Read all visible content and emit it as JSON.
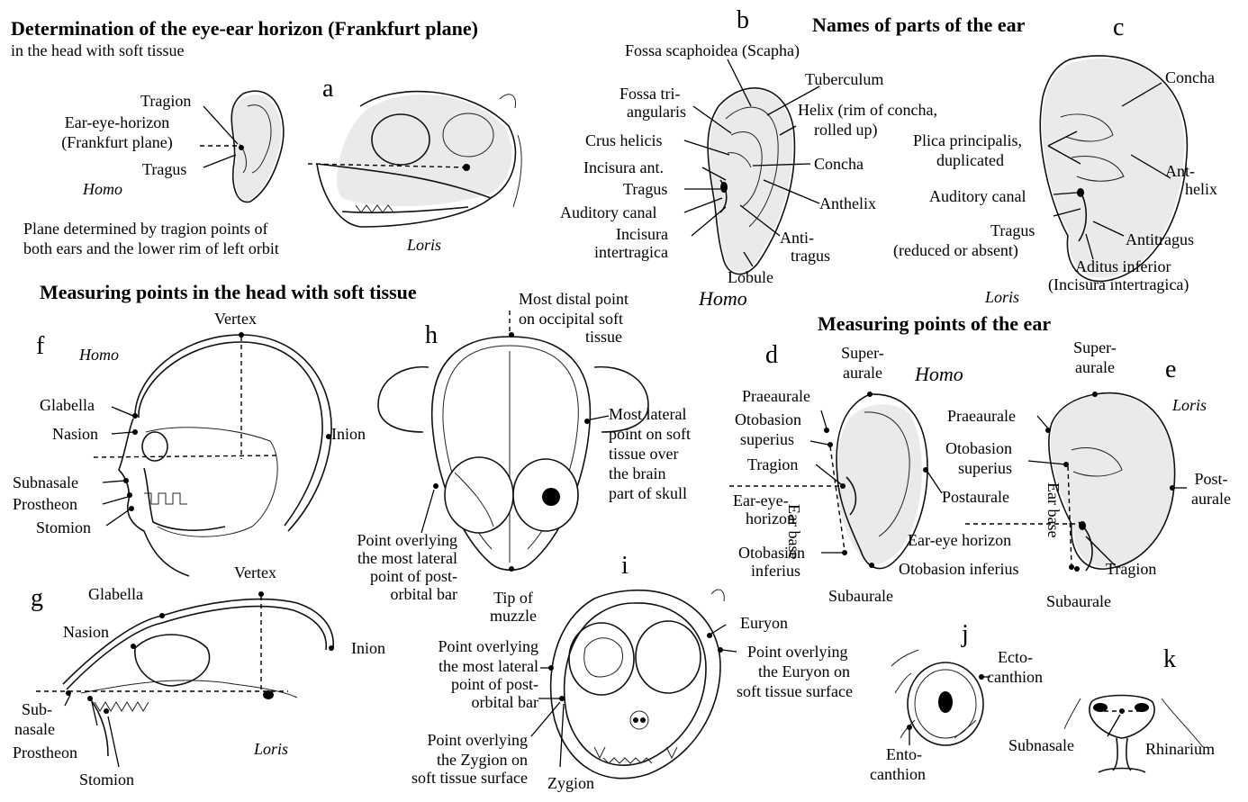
{
  "sections": {
    "frankfurt_title": "Determination of the eye-ear horizon (Frankfurt plane)",
    "frankfurt_subtitle": "in the head with soft tissue",
    "ear_parts_title": "Names of parts of the ear",
    "head_points_title": "Measuring points in the head with soft tissue",
    "ear_points_title": "Measuring points of the ear"
  },
  "panel_letters": {
    "a": "a",
    "b": "b",
    "c": "c",
    "d": "d",
    "e": "e",
    "f": "f",
    "g": "g",
    "h": "h",
    "i": "i",
    "j": "j",
    "k": "k"
  },
  "species": {
    "homo": "Homo",
    "loris": "Loris"
  },
  "panel_a": {
    "tragion": "Tragion",
    "horizon_line1": "Ear-eye-horizon",
    "horizon_line2": "(Frankfurt plane)",
    "tragus": "Tragus",
    "note_line1": "Plane determined by tragion points of",
    "note_line2": "both ears and the lower rim of left orbit"
  },
  "panel_b": {
    "fossa_scaphoidea": "Fossa scaphoidea (Scapha)",
    "tuberculum": "Tuberculum",
    "fossa_tri_1": "Fossa tri-",
    "fossa_tri_2": "angularis",
    "helix_1": "Helix (rim of concha,",
    "helix_2": "rolled up)",
    "crus_helicis": "Crus helicis",
    "concha": "Concha",
    "incisura_ant": "Incisura ant.",
    "tragus": "Tragus",
    "anthelix": "Anthelix",
    "auditory_canal": "Auditory canal",
    "incisura_1": "Incisura",
    "incisura_2": "intertragica",
    "antitragus_1": "Anti-",
    "antitragus_2": "tragus",
    "lobule": "Lobule"
  },
  "panel_c": {
    "concha": "Concha",
    "plica_1": "Plica principalis,",
    "plica_2": "duplicated",
    "anthelix_1": "Ant-",
    "anthelix_2": "helix",
    "auditory_canal": "Auditory canal",
    "tragus_1": "Tragus",
    "tragus_2": "(reduced or absent)",
    "antitragus": "Antitragus",
    "aditus_1": "Aditus inferior",
    "aditus_2": "(Incisura intertragica)"
  },
  "panel_d": {
    "superaurale_1": "Super-",
    "superaurale_2": "aurale",
    "praeaurale": "Praeaurale",
    "otobasion_sup_1": "Otobasion",
    "otobasion_sup_2": "superius",
    "tragion": "Tragion",
    "horizon_1": "Ear-eye-",
    "horizon_2": "horizon",
    "ear_base": "Ear base",
    "postaurale": "Postaurale",
    "otobasion_inf_1": "Otobasion",
    "otobasion_inf_2": "inferius",
    "subaurale": "Subaurale"
  },
  "panel_e": {
    "superaurale_1": "Super-",
    "superaurale_2": "aurale",
    "praeaurale": "Praeaurale",
    "otobasion_sup_1": "Otobasion",
    "otobasion_sup_2": "superius",
    "postaurale_1": "Post-",
    "postaurale_2": "aurale",
    "ear_base": "Ear base",
    "horizon": "Ear-eye horizon",
    "otobasion_inf": "Otobasion inferius",
    "tragion": "Tragion",
    "subaurale": "Subaurale"
  },
  "panel_f": {
    "vertex": "Vertex",
    "glabella": "Glabella",
    "nasion": "Nasion",
    "inion": "Inion",
    "subnasale": "Subnasale",
    "prostheon": "Prostheon",
    "stomion": "Stomion"
  },
  "panel_g": {
    "vertex": "Vertex",
    "glabella": "Glabella",
    "nasion": "Nasion",
    "inion": "Inion",
    "subnasale_1": "Sub-",
    "subnasale_2": "nasale",
    "prostheon": "Prostheon",
    "stomion": "Stomion"
  },
  "panel_h": {
    "distal_1": "Most distal point",
    "distal_2": "on occipital soft",
    "distal_3": "tissue",
    "lateral_1": "Most lateral",
    "lateral_2": "point on soft",
    "lateral_3": "tissue over",
    "lateral_4": "the brain",
    "lateral_5": "part of skull",
    "postorbital_1": "Point overlying",
    "postorbital_2": "the most lateral",
    "postorbital_3": "point of post-",
    "postorbital_4": "orbital bar",
    "muzzle_1": "Tip of",
    "muzzle_2": "muzzle"
  },
  "panel_i": {
    "postorbital_1": "Point overlying",
    "postorbital_2": "the most lateral",
    "postorbital_3": "point of post-",
    "postorbital_4": "orbital bar",
    "zygion_point_1": "Point overlying",
    "zygion_point_2": "the Zygion on",
    "zygion_point_3": "soft tissue surface",
    "zygion": "Zygion",
    "euryon": "Euryon",
    "euryon_point_1": "Point overlying",
    "euryon_point_2": "the Euryon on",
    "euryon_point_3": "soft tissue surface"
  },
  "panel_j": {
    "ecto_1": "Ecto-",
    "ecto_2": "canthion",
    "ento_1": "Ento-",
    "ento_2": "canthion"
  },
  "panel_k": {
    "subnasale": "Subnasale",
    "rhinarium": "Rhinarium"
  }
}
